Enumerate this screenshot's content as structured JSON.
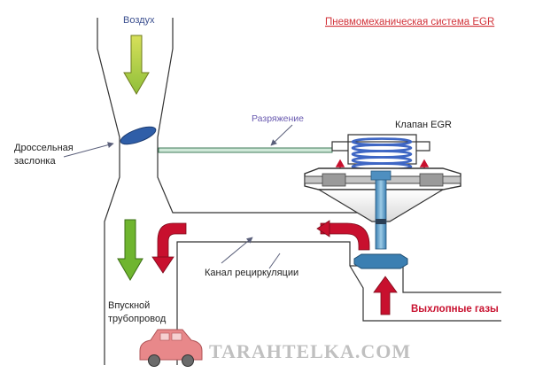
{
  "title": "Пневмомеханическая система EGR",
  "labels": {
    "air": "Воздух",
    "throttle_line1": "Дроссельная",
    "throttle_line2": "заслонка",
    "vacuum": "Разряжение",
    "egr_valve": "Клапан EGR",
    "intake_line1": "Впускной",
    "intake_line2": "трубопровод",
    "recirc_channel": "Канал рециркуляции",
    "exhaust": "Выхлопные газы"
  },
  "watermark": "TARAHTELKA.COM",
  "colors": {
    "title": "#d2333a",
    "label_blue": "#3b4f8f",
    "vacuum_label": "#6a5bb0",
    "exhaust_label": "#c8102e",
    "air_arrow": "#a6c43a",
    "intake_arrow": "#6fb52f",
    "red_arrow": "#c8102e",
    "throttle": "#2f5ea8",
    "vacuum_line": "#5aa07a",
    "spring": "#3e66c4",
    "stem": "#4e8fc0",
    "car": "#e8888a"
  }
}
